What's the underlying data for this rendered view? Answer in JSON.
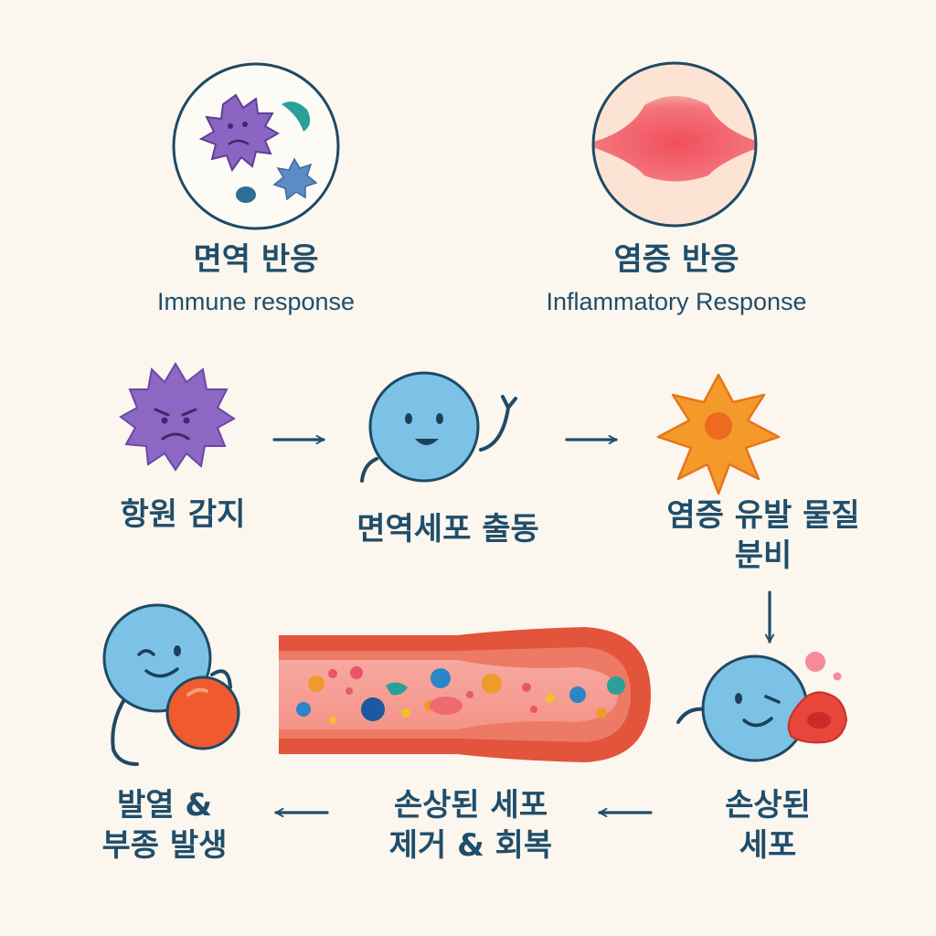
{
  "header": {
    "immune": {
      "title_ko": "면역 반응",
      "title_en": "Immune response"
    },
    "inflammatory": {
      "title_ko": "염증 반응",
      "title_en": "Inflammatory Response"
    }
  },
  "steps": [
    {
      "lines": [
        "항원 감지"
      ]
    },
    {
      "lines": [
        "면역세포 출동"
      ]
    },
    {
      "lines": [
        "염증 유발 물질",
        "분비"
      ]
    },
    {
      "lines": [
        "손상된",
        "세포"
      ]
    },
    {
      "lines": [
        "손상된 세포",
        "제거 & 회복"
      ]
    },
    {
      "lines": [
        "발열 &",
        "부종 발생"
      ]
    }
  ],
  "colors": {
    "background": "#fbf6ee",
    "text": "#1f4e6b",
    "arrow": "#1f4e6b",
    "antigen": "#8c68c4",
    "immune_cell": "#7cc2e6",
    "mediator": "#f39a2a",
    "vessel": "#e2543b",
    "inflamed_tissue": "#ef5d63"
  },
  "icons": {
    "microbe_circle": "microbes-icon",
    "tissue_circle": "inflamed-tissue-icon",
    "antigen": "virus-icon",
    "immune_cell": "immune-cell-icon",
    "mediator": "inflammatory-mediator-icon",
    "damaged_cell": "damaged-cell-icon",
    "vessel": "blood-vessel-icon",
    "fever_cell": "immune-cell-with-red-cell-icon"
  }
}
